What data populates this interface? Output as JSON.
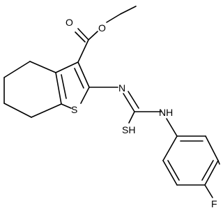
{
  "molecule": {
    "atoms": {
      "carbonyl_o": "O",
      "ester_o": "O",
      "ring_s": "S",
      "imine_n": "N",
      "amine_nh": "NH",
      "thiol_sh": "SH",
      "fluorine": "F"
    }
  },
  "colors": {
    "bond": "#000000",
    "label": "#000000",
    "background": "#ffffff"
  }
}
